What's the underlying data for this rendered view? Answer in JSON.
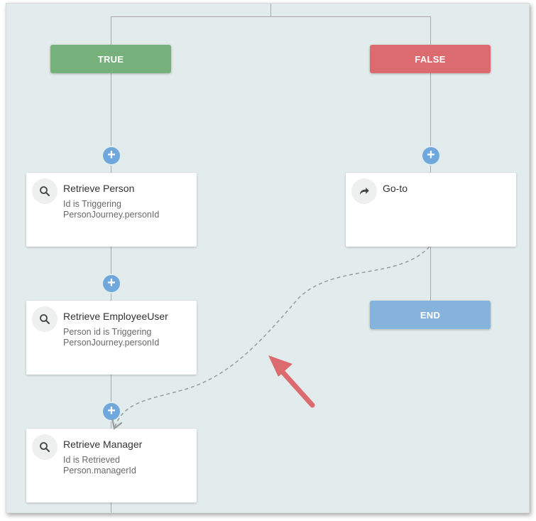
{
  "branches": {
    "true_label": "TRUE",
    "false_label": "FALSE",
    "end_label": "END"
  },
  "true_branch": {
    "steps": [
      {
        "title": "Retrieve Person",
        "desc_line1": "Id is Triggering",
        "desc_line2": "PersonJourney.personId",
        "icon": "search-icon"
      },
      {
        "title": "Retrieve EmployeeUser",
        "desc_line1": "Person id is Triggering",
        "desc_line2": "PersonJourney.personId",
        "icon": "search-icon"
      },
      {
        "title": "Retrieve Manager",
        "desc_line1": "Id is Retrieved",
        "desc_line2": "Person.managerId",
        "icon": "search-icon"
      }
    ]
  },
  "false_branch": {
    "steps": [
      {
        "title": "Go-to",
        "icon": "goto-arrow-icon"
      }
    ]
  },
  "colors": {
    "true": "#76b07a",
    "false": "#dc6b6f",
    "end": "#85b3dc",
    "add": "#6fa8dc",
    "annotation_arrow": "#dc6b6f",
    "canvas": "#e3ecec"
  }
}
